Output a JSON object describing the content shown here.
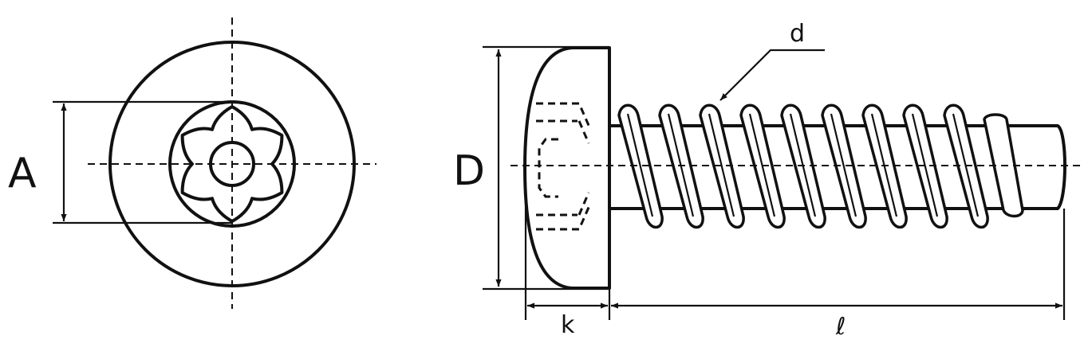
{
  "labels": {
    "A": "A",
    "D": "D",
    "d": "d",
    "k": "k",
    "l": "ℓ"
  },
  "colors": {
    "line": "#111111",
    "background": "#ffffff"
  }
}
